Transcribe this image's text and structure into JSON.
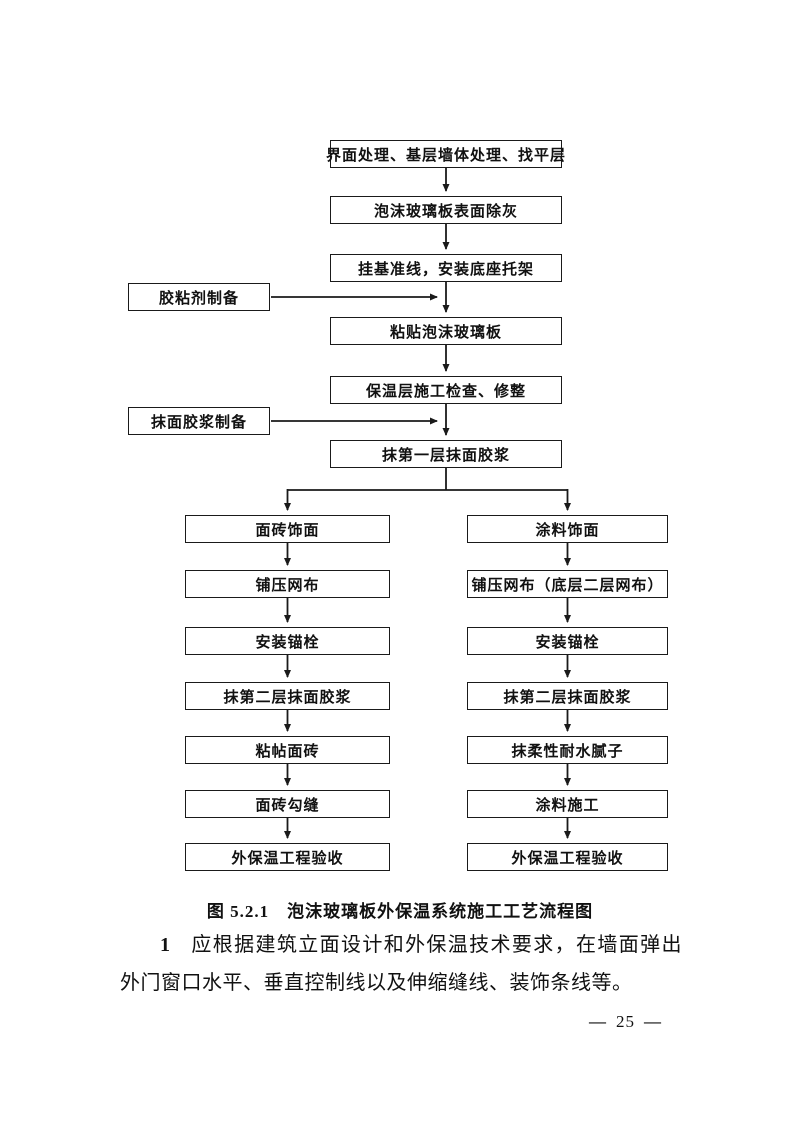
{
  "figure": {
    "caption": "图 5.2.1　泡沫玻璃板外保温系统施工工艺流程图",
    "main_flow": [
      "界面处理、基层墙体处理、找平层",
      "泡沫玻璃板表面除灰",
      "挂基准线，安装底座托架",
      "粘贴泡沫玻璃板",
      "保温层施工检查、修整",
      "抹第一层抹面胶浆"
    ],
    "side_inputs": [
      "胶粘剂制备",
      "抹面胶浆制备"
    ],
    "left_branch": [
      "面砖饰面",
      "铺压网布",
      "安装锚栓",
      "抹第二层抹面胶浆",
      "粘帖面砖",
      "面砖勾缝",
      "外保温工程验收"
    ],
    "right_branch": [
      "涂料饰面",
      "铺压网布（底层二层网布）",
      "安装锚栓",
      "抹第二层抹面胶浆",
      "抹柔性耐水腻子",
      "涂料施工",
      "外保温工程验收"
    ]
  },
  "body": {
    "item_number": "1",
    "item_text": "应根据建筑立面设计和外保温技术要求，在墙面弹出外门窗口水平、垂直控制线以及伸缩缝线、装饰条线等。"
  },
  "page": {
    "number": "25",
    "dash": "—"
  }
}
